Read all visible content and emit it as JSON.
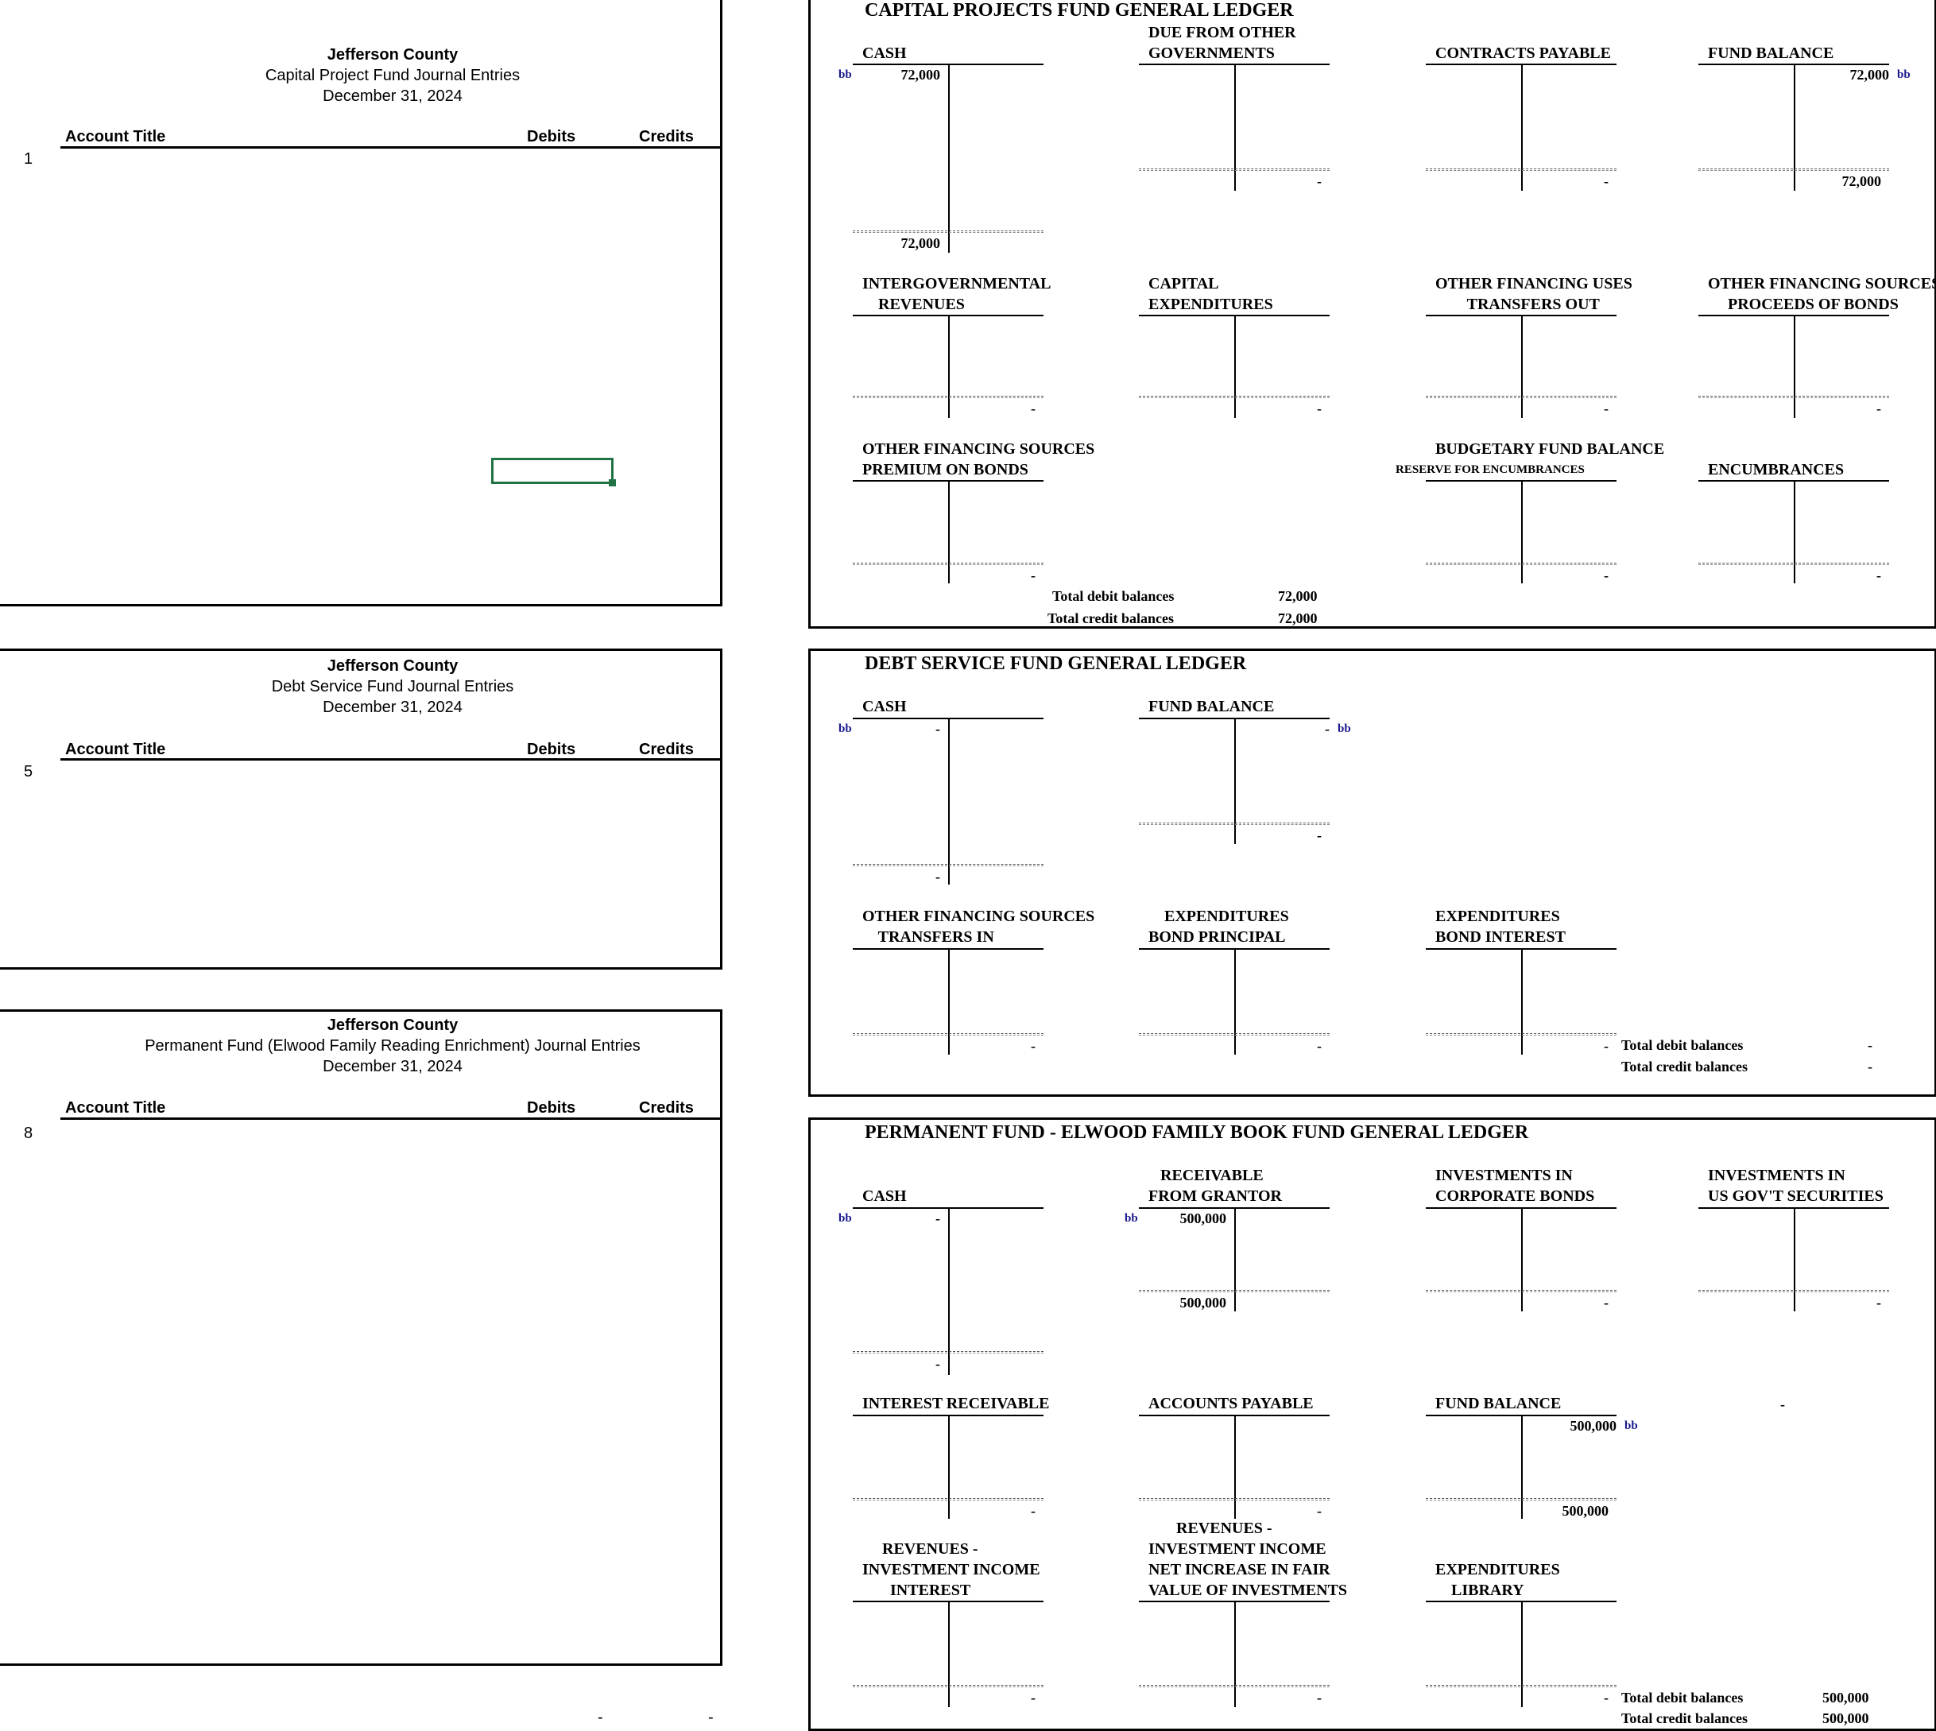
{
  "journals": [
    {
      "entity": "Jefferson County",
      "title": "Capital Project Fund Journal Entries",
      "date": "December 31, 2024",
      "col_account": "Account Title",
      "col_debits": "Debits",
      "col_credits": "Credits",
      "first_row": "1"
    },
    {
      "entity": "Jefferson County",
      "title": "Debt Service Fund Journal Entries",
      "date": "December 31, 2024",
      "col_account": "Account Title",
      "col_debits": "Debits",
      "col_credits": "Credits",
      "first_row": "5"
    },
    {
      "entity": "Jefferson County",
      "title": "Permanent Fund (Elwood Family Reading Enrichment) Journal Entries",
      "date": "December 31, 2024",
      "col_account": "Account Title",
      "col_debits": "Debits",
      "col_credits": "Credits",
      "first_row": "8"
    }
  ],
  "journal_totals": {
    "debits": "-",
    "credits": "-"
  },
  "capital": {
    "title": "CAPITAL PROJECTS FUND GENERAL LEDGER",
    "accounts": [
      {
        "name": "CASH",
        "bb": "bb",
        "bb_debit": "72,000",
        "balance": "72,000"
      },
      {
        "name": "DUE FROM OTHER\nGOVERNMENTS",
        "balance": "-"
      },
      {
        "name": "CONTRACTS PAYABLE",
        "balance": "-"
      },
      {
        "name": "FUND BALANCE",
        "bb": "bb",
        "bb_credit": "72,000",
        "balance": "72,000"
      },
      {
        "name": "INTERGOVERNMENTAL\n    REVENUES",
        "balance": "-"
      },
      {
        "name": "CAPITAL\nEXPENDITURES",
        "balance": "-"
      },
      {
        "name": "OTHER FINANCING USES\n        TRANSFERS OUT",
        "balance": "-"
      },
      {
        "name": "OTHER FINANCING SOURCES\n     PROCEEDS OF BONDS",
        "balance": "-"
      },
      {
        "name": "OTHER FINANCING SOURCES\nPREMIUM ON BONDS",
        "balance": "-"
      },
      {
        "name": "BUDGETARY FUND BALANCE",
        "sub": "RESERVE FOR ENCUMBRANCES",
        "balance": "-"
      },
      {
        "name": "ENCUMBRANCES",
        "balance": "-"
      }
    ],
    "total_debit_label": "Total debit balances",
    "total_debit": "72,000",
    "total_credit_label": "Total credit balances",
    "total_credit": "72,000"
  },
  "debt": {
    "title": "DEBT SERVICE FUND GENERAL LEDGER",
    "accounts": [
      {
        "name": "CASH",
        "bb": "bb",
        "bb_debit": "-",
        "balance": "-"
      },
      {
        "name": "FUND BALANCE",
        "bb": "bb",
        "bb_credit": "-",
        "balance": "-"
      },
      {
        "name": "OTHER FINANCING SOURCES\n    TRANSFERS IN",
        "balance": "-"
      },
      {
        "name": "    EXPENDITURES\nBOND PRINCIPAL",
        "balance": "-"
      },
      {
        "name": "EXPENDITURES\nBOND INTEREST",
        "balance": "-"
      }
    ],
    "total_debit_label": "Total debit balances",
    "total_debit": "-",
    "total_credit_label": "Total credit balances",
    "total_credit": "-"
  },
  "perm": {
    "title": "PERMANENT FUND - ELWOOD FAMILY BOOK FUND GENERAL LEDGER",
    "accounts": [
      {
        "name": "CASH",
        "bb": "bb",
        "bb_debit": "-",
        "balance": "-"
      },
      {
        "name": "   RECEIVABLE\nFROM GRANTOR",
        "bb": "bb",
        "bb_debit": "500,000",
        "balance": "500,000"
      },
      {
        "name": "INVESTMENTS IN\nCORPORATE BONDS",
        "balance": "-"
      },
      {
        "name": "INVESTMENTS IN\nUS GOV'T SECURITIES",
        "balance": "-"
      },
      {
        "name": "INTEREST RECEIVABLE",
        "balance": "-"
      },
      {
        "name": "ACCOUNTS PAYABLE",
        "balance": "-"
      },
      {
        "name": "FUND BALANCE",
        "bb": "bb",
        "bb_credit": "500,000",
        "balance": "500,000"
      },
      {
        "name": "     REVENUES -\nINVESTMENT INCOME\n       INTEREST",
        "balance": "-"
      },
      {
        "name": "       REVENUES -\nINVESTMENT INCOME\nNET INCREASE IN FAIR\nVALUE OF INVESTMENTS",
        "balance": "-"
      },
      {
        "name": "EXPENDITURES\n    LIBRARY",
        "balance": "-"
      }
    ],
    "stray": "-",
    "total_debit_label": "Total debit balances",
    "total_debit": "500,000",
    "total_credit_label": "Total credit balances",
    "total_credit": "500,000"
  }
}
